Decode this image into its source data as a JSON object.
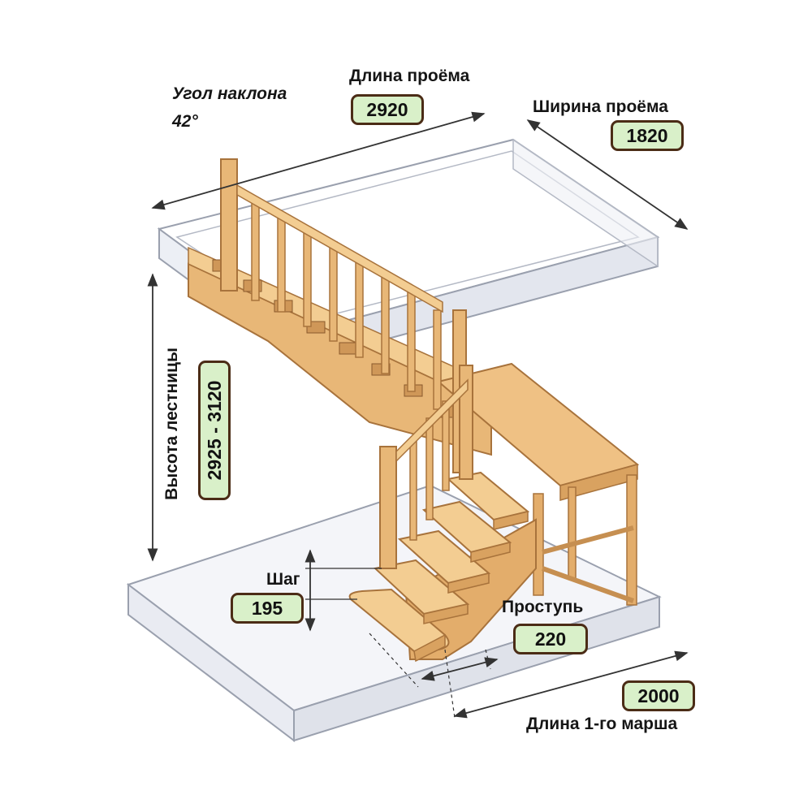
{
  "labels": {
    "angle_title": "Угол наклона",
    "angle_value": "42°",
    "opening_length_title": "Длина проёма",
    "opening_width_title": "Ширина проёма",
    "stair_height_title": "Высота лестницы",
    "step_rise_title": "Шаг",
    "tread_title": "Проступь",
    "first_flight_title": "Длина 1-го марша"
  },
  "values": {
    "opening_length": "2920",
    "opening_width": "1820",
    "stair_height": "2925 - 3120",
    "step_rise": "195",
    "tread": "220",
    "first_flight": "2000"
  },
  "colors": {
    "wood": "#e8b777",
    "wood_light": "#f3cd92",
    "wood_dark": "#cf9758",
    "wood_edge": "#a8733c",
    "glass_fill": "#eef1f7",
    "glass_edge": "#9aa0ae",
    "badge_fill": "#d9f0c9",
    "badge_border": "#4b2c16"
  }
}
